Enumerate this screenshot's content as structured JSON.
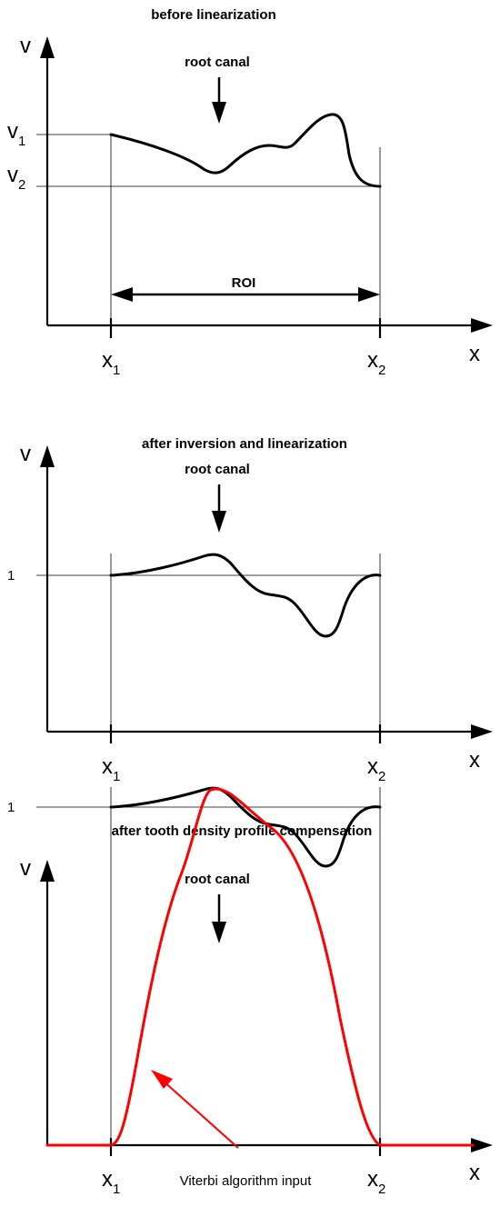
{
  "panels": [
    {
      "title": "before linearization",
      "root_canal_label": "root canal",
      "y_axis_label": "v",
      "x_axis_label": "x",
      "x1_label": "x",
      "x1_sub": "1",
      "x2_label": "x",
      "x2_sub": "2",
      "v1_label": "v",
      "v1_sub": "1",
      "v2_label": "v",
      "v2_sub": "2",
      "roi_label": "ROI"
    },
    {
      "title": "after inversion and linearization",
      "root_canal_label": "root canal",
      "y_axis_label": "v",
      "x_axis_label": "x",
      "x1_label": "x",
      "x1_sub": "1",
      "x2_label": "x",
      "x2_sub": "2",
      "one_label": "1"
    },
    {
      "title": "after tooth density profile compensation",
      "root_canal_label": "root canal",
      "y_axis_label": "v",
      "x_axis_label": "x",
      "x1_label": "x",
      "x1_sub": "1",
      "x2_label": "x",
      "x2_sub": "2",
      "one_label": "1",
      "viterbi_label": "Viterbi algorithm input"
    }
  ],
  "colors": {
    "profile": "#000000",
    "viterbi_input": "#ff0000"
  }
}
